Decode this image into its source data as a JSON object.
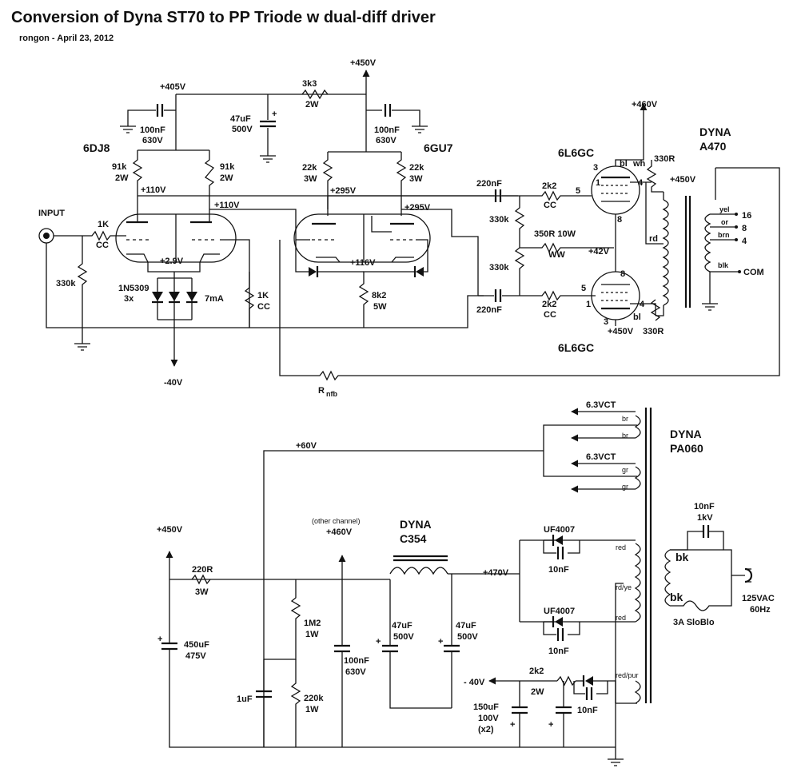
{
  "header": {
    "title": "Conversion of Dyna ST70 to PP Triode w dual-diff driver",
    "byline": "rongon - April 23, 2012"
  },
  "amp": {
    "input": "INPUT",
    "r_in": "1K",
    "r_in_type": "CC",
    "r_grid": "330k",
    "tube1": "6DJ8",
    "tube2": "6GU7",
    "tube_out": "6L6GC",
    "v405": "+405V",
    "v450": "+450V",
    "v110": "+110V",
    "v295": "+295V",
    "v29": "+2.9V",
    "v116": "+116V",
    "vm40": "-40V",
    "v42": "+42V",
    "v460": "+460V",
    "r3k3": "3k3",
    "w2": "2W",
    "w3": "3W",
    "w5": "5W",
    "c100n": "100nF",
    "v630": "630V",
    "c47u": "47uF",
    "v500": "500V",
    "r91k": "91k",
    "r22k": "22k",
    "diode_ccs": "1N5309",
    "diode_count": "3x",
    "ccs_current": "7mA",
    "r1k": "1K",
    "cc": "CC",
    "r8k2": "8k2",
    "c220n": "220nF",
    "r2k2": "2k2",
    "r330k": "330k",
    "r350": "350R 10W",
    "ww": "WW",
    "r330r": "330R",
    "rnfb": "R",
    "rnfb_sub": "nfb",
    "pin1": "1",
    "pin3": "3",
    "pin4": "4",
    "pin5": "5",
    "pin8": "8",
    "bl": "bl",
    "wh": "wh",
    "rd": "rd",
    "xfmr_name": "DYNA",
    "xfmr_model": "A470",
    "tap_yel": "yel",
    "tap_or": "or",
    "tap_brn": "brn",
    "tap_blk": "blk",
    "tap16": "16",
    "tap8": "8",
    "tap4": "4",
    "com": "COM",
    "plus": "+"
  },
  "psu": {
    "pt_name": "DYNA",
    "pt_model": "PA060",
    "heater": "6.3VCT",
    "br": "br",
    "gr": "gr",
    "v60": "+60V",
    "v450": "+450V",
    "other_channel": "(other channel)",
    "v460": "+460V",
    "choke_name": "DYNA",
    "choke_model": "C354",
    "v470": "+470V",
    "r220": "220R",
    "w3": "3W",
    "c450u": "450uF",
    "v475": "475V",
    "r1m2": "1M2",
    "w1": "1W",
    "c1u": "1uF",
    "r220k": "220k",
    "c100n": "100nF",
    "v630": "630V",
    "c47u": "47uF",
    "v500": "500V",
    "diode": "UF4007",
    "c10n": "10nF",
    "red": "red",
    "redye": "rd/ye",
    "redpur": "red/pur",
    "vm40": "- 40V",
    "r2k2": "2k2",
    "w2": "2W",
    "c150u": "150uF",
    "v100": "100V",
    "x2": "(x2)",
    "c10n_pri": "10nF",
    "v1k": "1kV",
    "bk": "bk",
    "mains": "125VAC",
    "hz": "60Hz",
    "fuse": "3A SloBlo",
    "plus": "+"
  }
}
